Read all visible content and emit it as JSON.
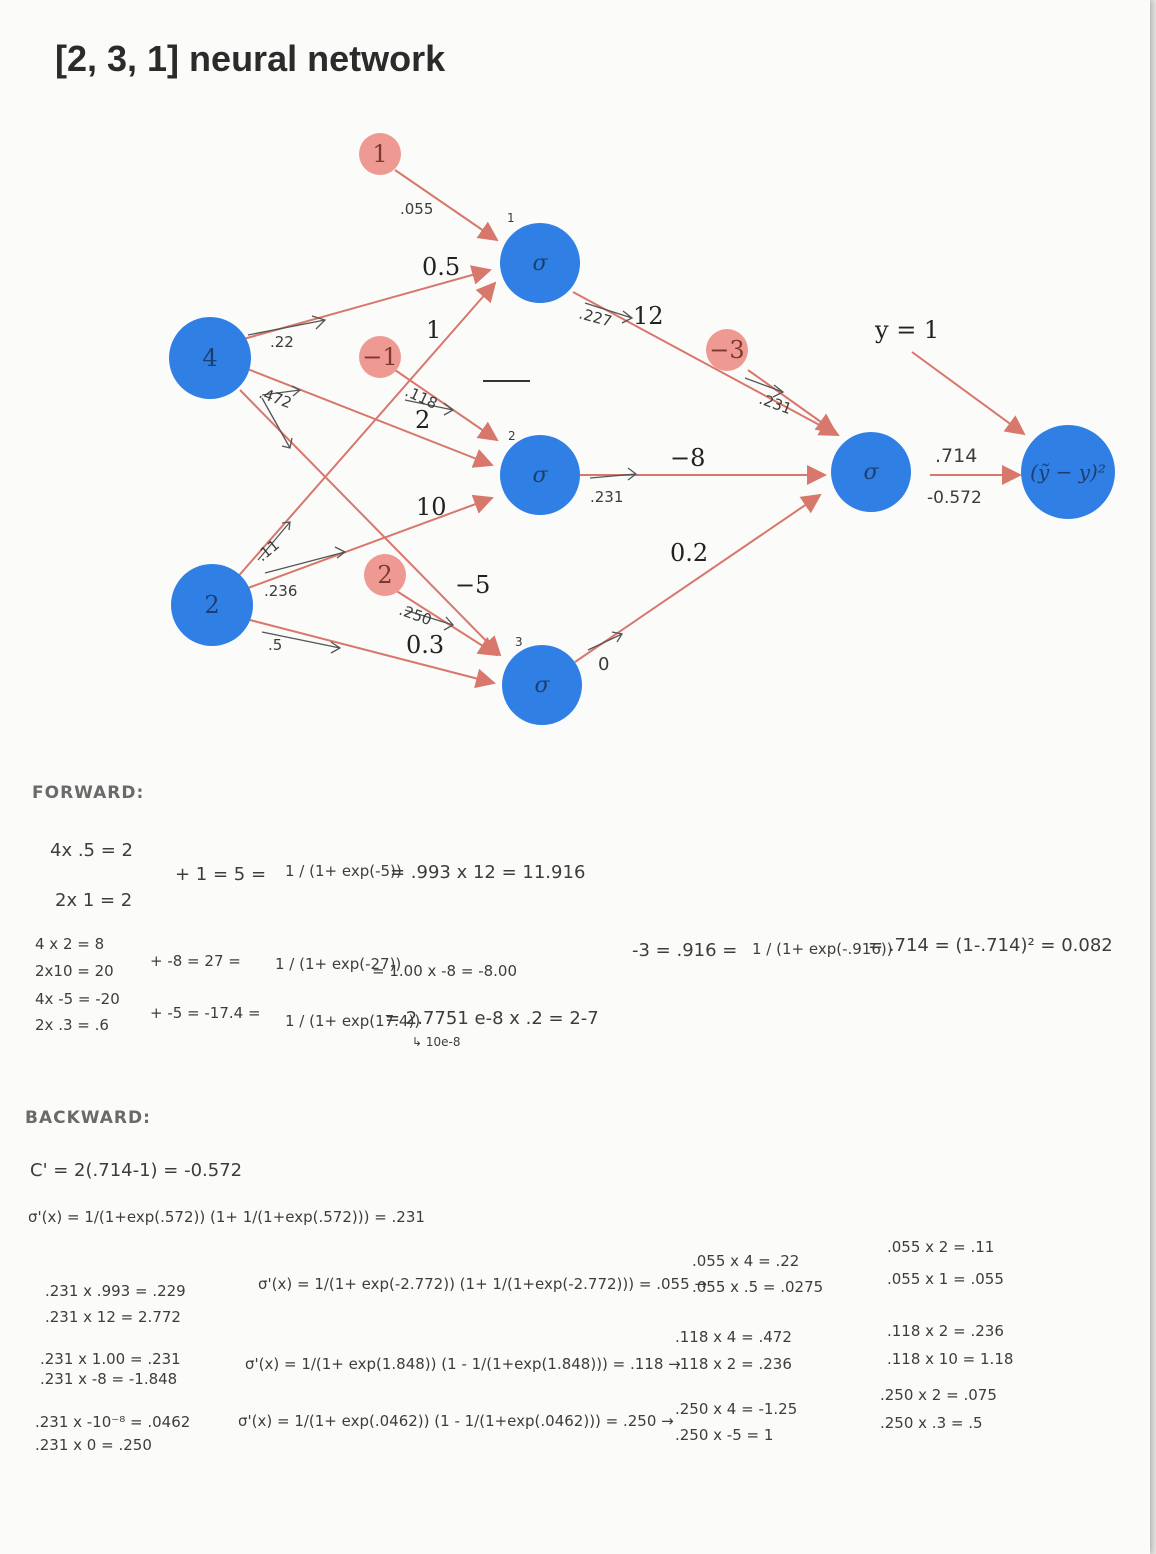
{
  "title": "[2, 3, 1] neural network",
  "network": {
    "inputs": [
      "4",
      "2"
    ],
    "biases": [
      "1",
      "−1",
      "2",
      "−3"
    ],
    "hidden_symbol": "σ",
    "output_symbol": "σ",
    "loss_label": "(ỹ − y)²",
    "target_label": "y = 1",
    "weights": [
      "0.5",
      "1",
      "2",
      "10",
      "−5",
      "0.3",
      "12",
      "−8",
      "0.2"
    ]
  },
  "annotations": {
    "g_bias1": ".055",
    "g_bias2": ".118",
    "g_bias3": ".250",
    "g_bias_out": ".231",
    "g_x1_h1": ".22",
    "g_x1_h2": ".472",
    "g_x2_h1": ".11",
    "g_x2_h2": ".236",
    "g_x2_h3": ".5",
    "g_h1_out": ".227",
    "g_h2_out": ".231",
    "g_h3_out": "0",
    "pred": ".714",
    "dloss": "-0.572",
    "h2_idx": "2",
    "h3_idx": "3",
    "h1_idx": "1"
  },
  "forward": {
    "heading": "FORWARD:",
    "lines": [
      "4x .5 = 2",
      "2x 1 = 2",
      "+ 1 = 5 =",
      "1 / (1+ exp(-5))",
      "= .993 x 12 = 11.916",
      "4 x 2 = 8",
      "2x10 = 20",
      "+ -8 = 27 =",
      "1 / (1+ exp(-27))",
      "= 1.00 x -8 = -8.00",
      "4x -5 = -20",
      "2x .3 = .6",
      "+ -5 = -17.4 =",
      "1 / (1+ exp(17.4))",
      "= 2.7751 e-8 x .2 = 2-7",
      "↳ 10e-8",
      "-3 = .916 =",
      "1 / (1+ exp(-.916))",
      "= .714 = (1-.714)² = 0.082"
    ]
  },
  "backward": {
    "heading": "BACKWARD:",
    "lines": [
      "C' = 2(.714-1) = -0.572",
      "σ'(x) = 1/(1+exp(.572)) (1+ 1/(1+exp(.572))) = .231",
      ".231 x .993 = .229",
      ".231 x 12 = 2.772",
      "σ'(x) = 1/(1+ exp(-2.772)) (1+ 1/(1+exp(-2.772))) = .055 →",
      ".055 x 4 = .22",
      ".055 x .5 = .0275",
      ".055 x 2 = .11",
      ".055 x 1 = .055",
      ".231 x 1.00 = .231",
      ".231 x -8 = -1.848",
      "σ'(x) = 1/(1+ exp(1.848)) (1 - 1/(1+exp(1.848))) = .118 →",
      ".118 x 4 = .472",
      ".118 x 2 = .236",
      ".118 x 2 = .236",
      ".118 x 10 = 1.18",
      ".231 x -10⁻⁸ = .0462",
      ".231 x 0 = .250",
      "σ'(x) = 1/(1+ exp(.0462)) (1 - 1/(1+exp(.0462))) = .250 →",
      ".250 x 4 = -1.25",
      ".250 x -5 = 1",
      ".250 x 2 = .075",
      ".250 x .3 = .5"
    ]
  }
}
